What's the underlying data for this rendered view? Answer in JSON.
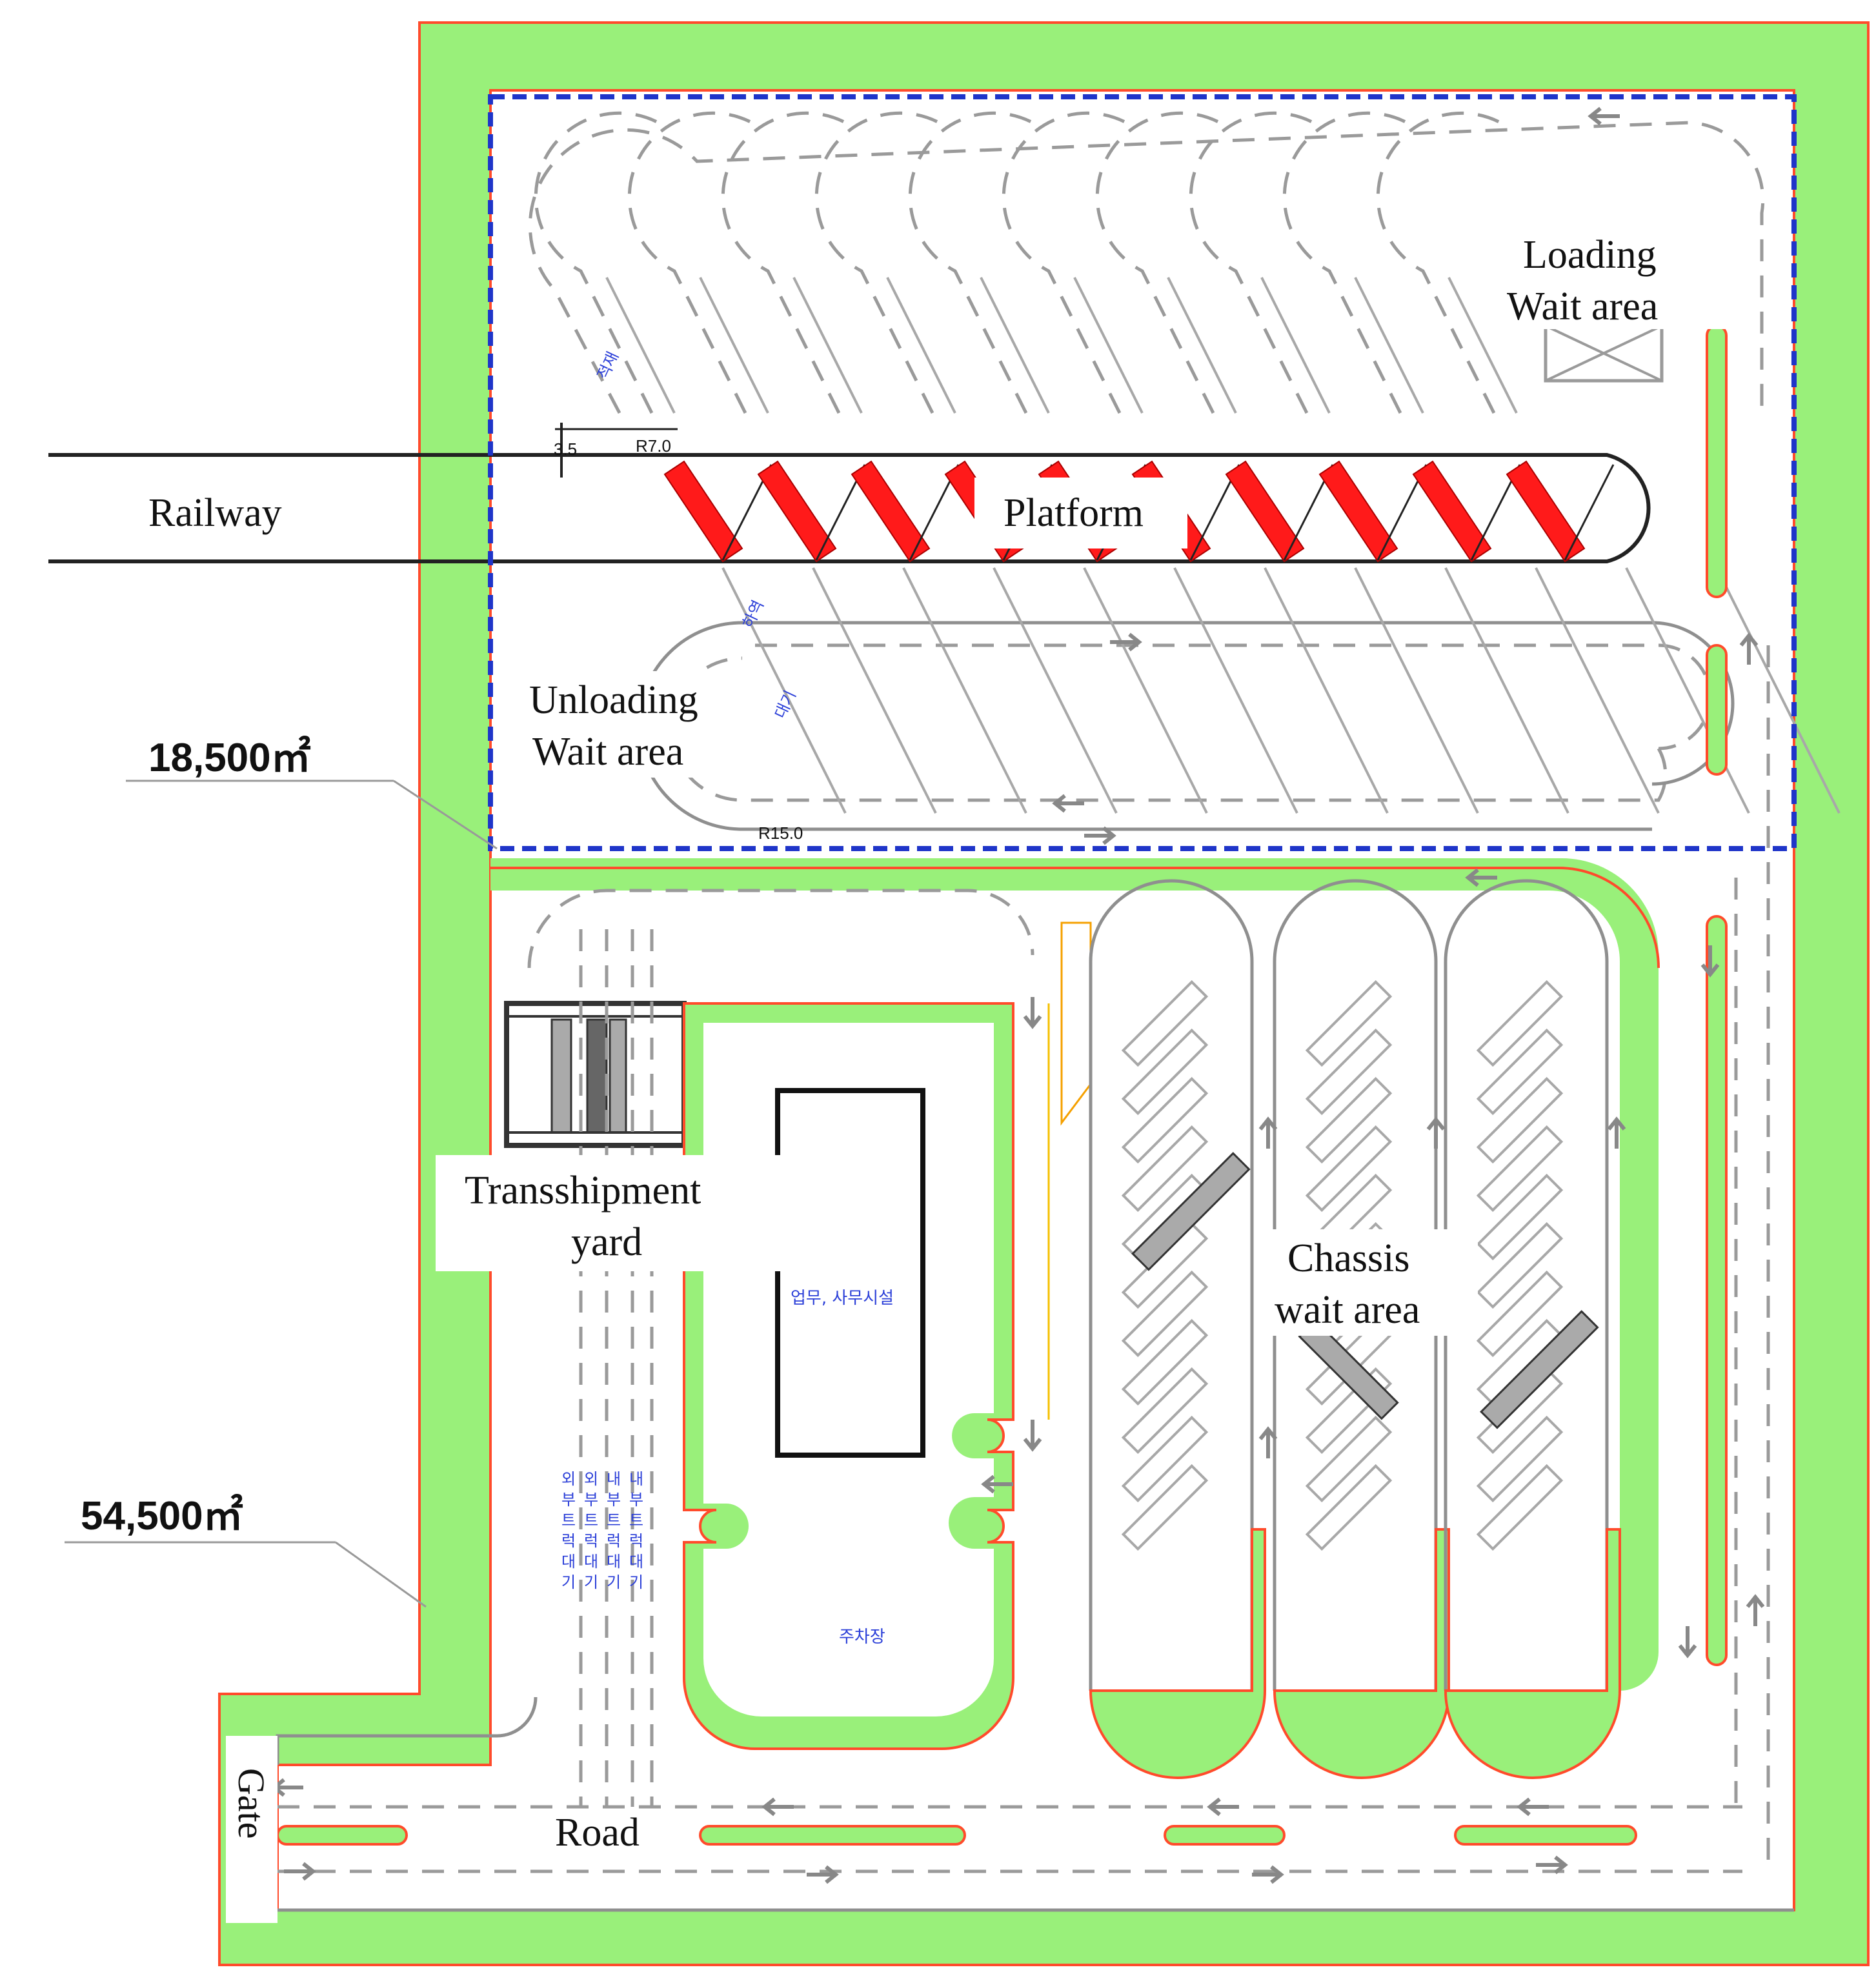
{
  "labels": {
    "railway": "Railway",
    "platform": "Platform",
    "loading_wait_line1": "Loading",
    "loading_wait_line2": "Wait area",
    "unloading_wait_line1": "Unloading",
    "unloading_wait_line2": "Wait area",
    "transshipment_line1": "Transshipment",
    "transshipment_line2": "yard",
    "chassis_line1": "Chassis",
    "chassis_line2": "wait area",
    "road": "Road",
    "gate": "Gate"
  },
  "areas": {
    "inner": "18,500㎡",
    "outer": "54,500㎡"
  },
  "dimensions": {
    "offset": "3.5",
    "radius_small": "R7.0",
    "radius_large": "R15.0"
  },
  "korean_labels": {
    "office": "업무, 사무시설",
    "parking": "주차장",
    "loading_mark": "적재",
    "unloading_mark": "하역",
    "waiting_mark": "대기",
    "column_1": "외부트럭대기",
    "column_2": "외부트럭대기",
    "column_3": "내부트럭대기",
    "column_4": "내부트럭대기"
  },
  "colors": {
    "grass": "#99f07a",
    "platform_bay": "#ff1a1a",
    "boundary": "#1f35c9",
    "curb_edge": "#ff4b2b",
    "lane": "#9a9a9a"
  }
}
